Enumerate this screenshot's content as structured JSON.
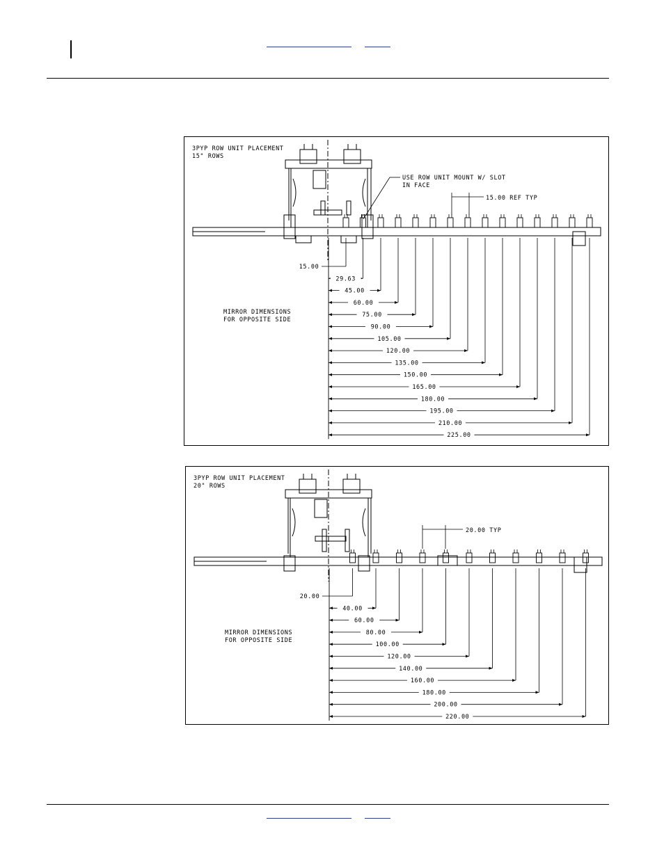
{
  "diagram_top": {
    "title_line1": "3PYP ROW UNIT PLACEMENT",
    "title_line2": "15\" ROWS",
    "callout_line1": "USE ROW UNIT MOUNT W/ SLOT",
    "callout_line2": "IN FACE",
    "ref_label": "15.00 REF TYP",
    "mirror_line1": "MIRROR DIMENSIONS",
    "mirror_line2": "FOR OPPOSITE SIDE",
    "dims": [
      "15.00",
      "29.63",
      "45.00",
      "60.00",
      "75.00",
      "90.00",
      "105.00",
      "120.00",
      "135.00",
      "150.00",
      "165.00",
      "180.00",
      "195.00",
      "210.00",
      "225.00"
    ]
  },
  "diagram_bottom": {
    "title_line1": "3PYP ROW UNIT PLACEMENT",
    "title_line2": "20\" ROWS",
    "ref_label": "20.00 TYP",
    "mirror_line1": "MIRROR DIMENSIONS",
    "mirror_line2": "FOR OPPOSITE SIDE",
    "dims": [
      "20.00",
      "40.00",
      "60.00",
      "80.00",
      "100.00",
      "120.00",
      "140.00",
      "160.00",
      "180.00",
      "200.00",
      "220.00"
    ]
  }
}
